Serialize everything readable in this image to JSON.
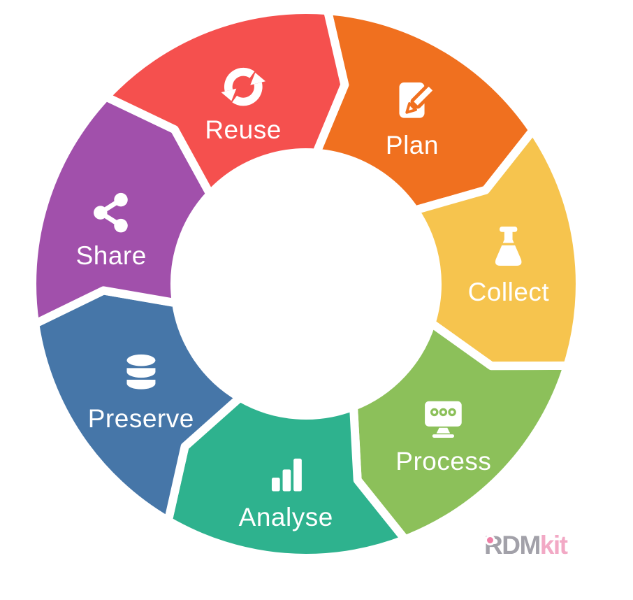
{
  "diagram": {
    "name": "data-management-lifecycle-wheel",
    "segments": [
      {
        "label": "Plan",
        "color": "#F0701F",
        "icon": "edit-icon"
      },
      {
        "label": "Collect",
        "color": "#F6C44E",
        "icon": "flask-icon"
      },
      {
        "label": "Process",
        "color": "#8CC05A",
        "icon": "monitor-icon"
      },
      {
        "label": "Analyse",
        "color": "#2EB28E",
        "icon": "bar-chart-icon"
      },
      {
        "label": "Preserve",
        "color": "#4676A8",
        "icon": "database-icon"
      },
      {
        "label": "Share",
        "color": "#A150AB",
        "icon": "share-icon"
      },
      {
        "label": "Reuse",
        "color": "#F5504E",
        "icon": "refresh-icon"
      }
    ]
  },
  "logo": {
    "text_primary": "RDM",
    "text_accent": "kit",
    "primary_color": "#A2A1A9",
    "accent_color": "#F2A9C5",
    "dot_color": "#EE7FA6"
  }
}
